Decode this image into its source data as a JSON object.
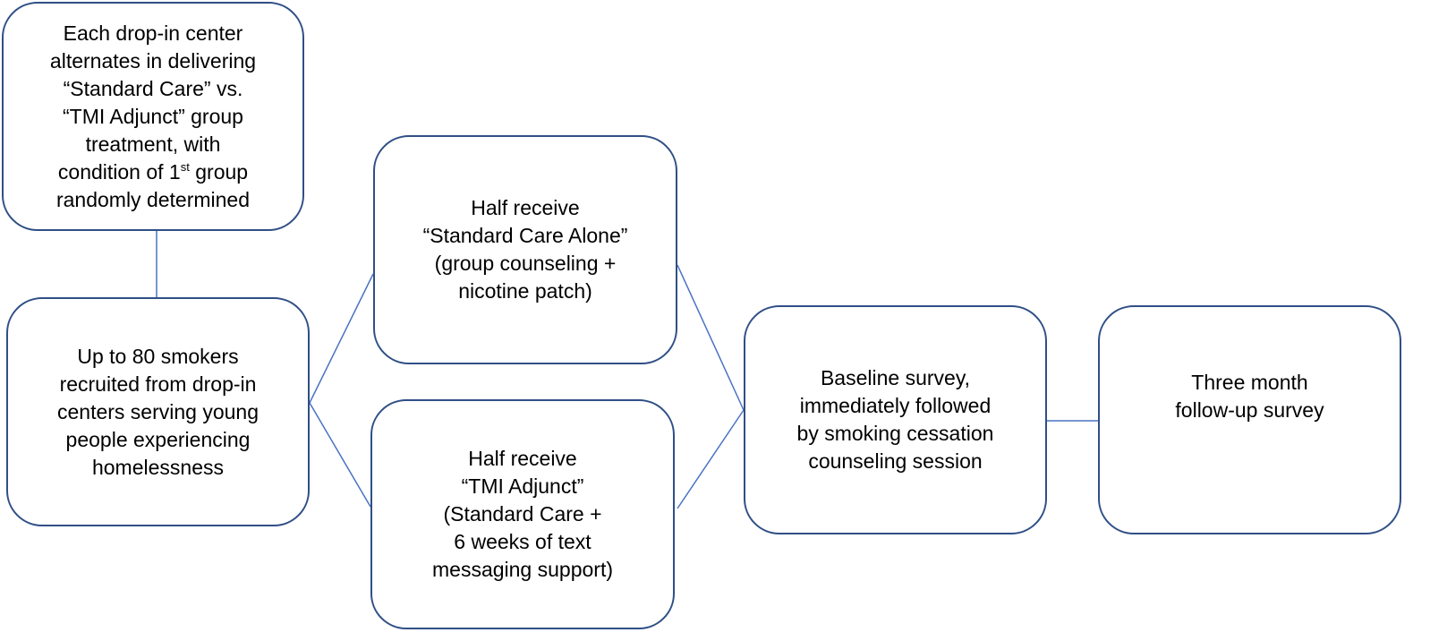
{
  "colors": {
    "box_border": "#2f4f86",
    "connector": "#4a72c4",
    "text": "#000000",
    "background": "#ffffff"
  },
  "nodes": {
    "center_rotation": {
      "lines": [
        "Each drop-in",
        "center",
        "alternates in delivering",
        "“Standard Care” vs.",
        "“TMI Adjunct” group",
        "treatment, with",
        "condition of 1",
        "st",
        " group",
        "randomly determined"
      ]
    },
    "recruitment": {
      "lines": [
        "Up to 80 smokers",
        "recruited from drop-in",
        "centers serving young",
        "people experiencing",
        "homelessness"
      ]
    },
    "standard_care": {
      "lines": [
        "Half receive",
        "“Standard Care Alone”",
        "(group counseling +",
        "nicotine patch)"
      ]
    },
    "tmi_adjunct": {
      "lines": [
        "Half receive",
        "“TMI Adjunct”",
        "(Standard Care +",
        "6 weeks of text",
        "messaging support)"
      ]
    },
    "baseline": {
      "lines": [
        "Baseline survey,",
        "immediately followed",
        "by smoking cessation",
        "counseling session"
      ]
    },
    "followup": {
      "lines": [
        "Three month",
        "follow-up survey"
      ]
    }
  }
}
